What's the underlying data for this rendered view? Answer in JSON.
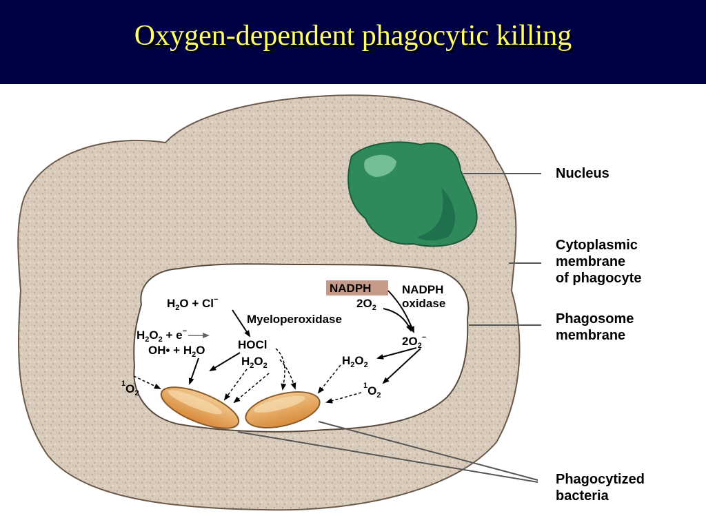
{
  "slide": {
    "title": "Oxygen-dependent phagocytic killing"
  },
  "diagram": {
    "colors": {
      "header_bg": "#000044",
      "title_text": "#ffff66",
      "cytoplasm": "#d9cbbb",
      "nucleus": "#2e8a5a",
      "phagosome": "#ffffff",
      "bacteria": "#e8a055",
      "nadph_box": "#c59a88"
    },
    "callouts": {
      "nucleus": "Nucleus",
      "cytoplasmic_membrane": [
        "Cytoplasmic",
        "membrane",
        "of phagocyte"
      ],
      "phagosome_membrane": [
        "Phagosome",
        "membrane"
      ],
      "bacteria": [
        "Phagocytized",
        "bacteria"
      ]
    },
    "reactions": {
      "h2o_cl": {
        "base": "H",
        "sub1": "2",
        "mid": "O + Cl",
        "sup": "−"
      },
      "myeloperoxidase": "Myeloperoxidase",
      "hocl": "HOCl",
      "h2o2_e": {
        "base": "H",
        "sub1": "2",
        "mid": "O",
        "sub2": "2",
        "tail": " + e",
        "sup": "−"
      },
      "oh_h2o": {
        "base": "OH• + H",
        "sub": "2",
        "tail": "O"
      },
      "h2o2_center": {
        "base": "H",
        "sub1": "2",
        "mid": "O",
        "sub2": "2"
      },
      "singlet_o2_left": {
        "sup": "1",
        "base": "O",
        "sub": "2"
      },
      "nadph": "NADPH",
      "nadph_oxidase": [
        "NADPH",
        "oxidase"
      ],
      "two_o2": {
        "base": "2O",
        "sub": "2"
      },
      "superoxide": {
        "base": "2O",
        "sub": "2",
        "sup": "−"
      },
      "h2o2_right": {
        "base": "H",
        "sub1": "2",
        "mid": "O",
        "sub2": "2"
      },
      "singlet_o2_right": {
        "sup": "1",
        "base": "O",
        "sub": "2"
      }
    }
  }
}
